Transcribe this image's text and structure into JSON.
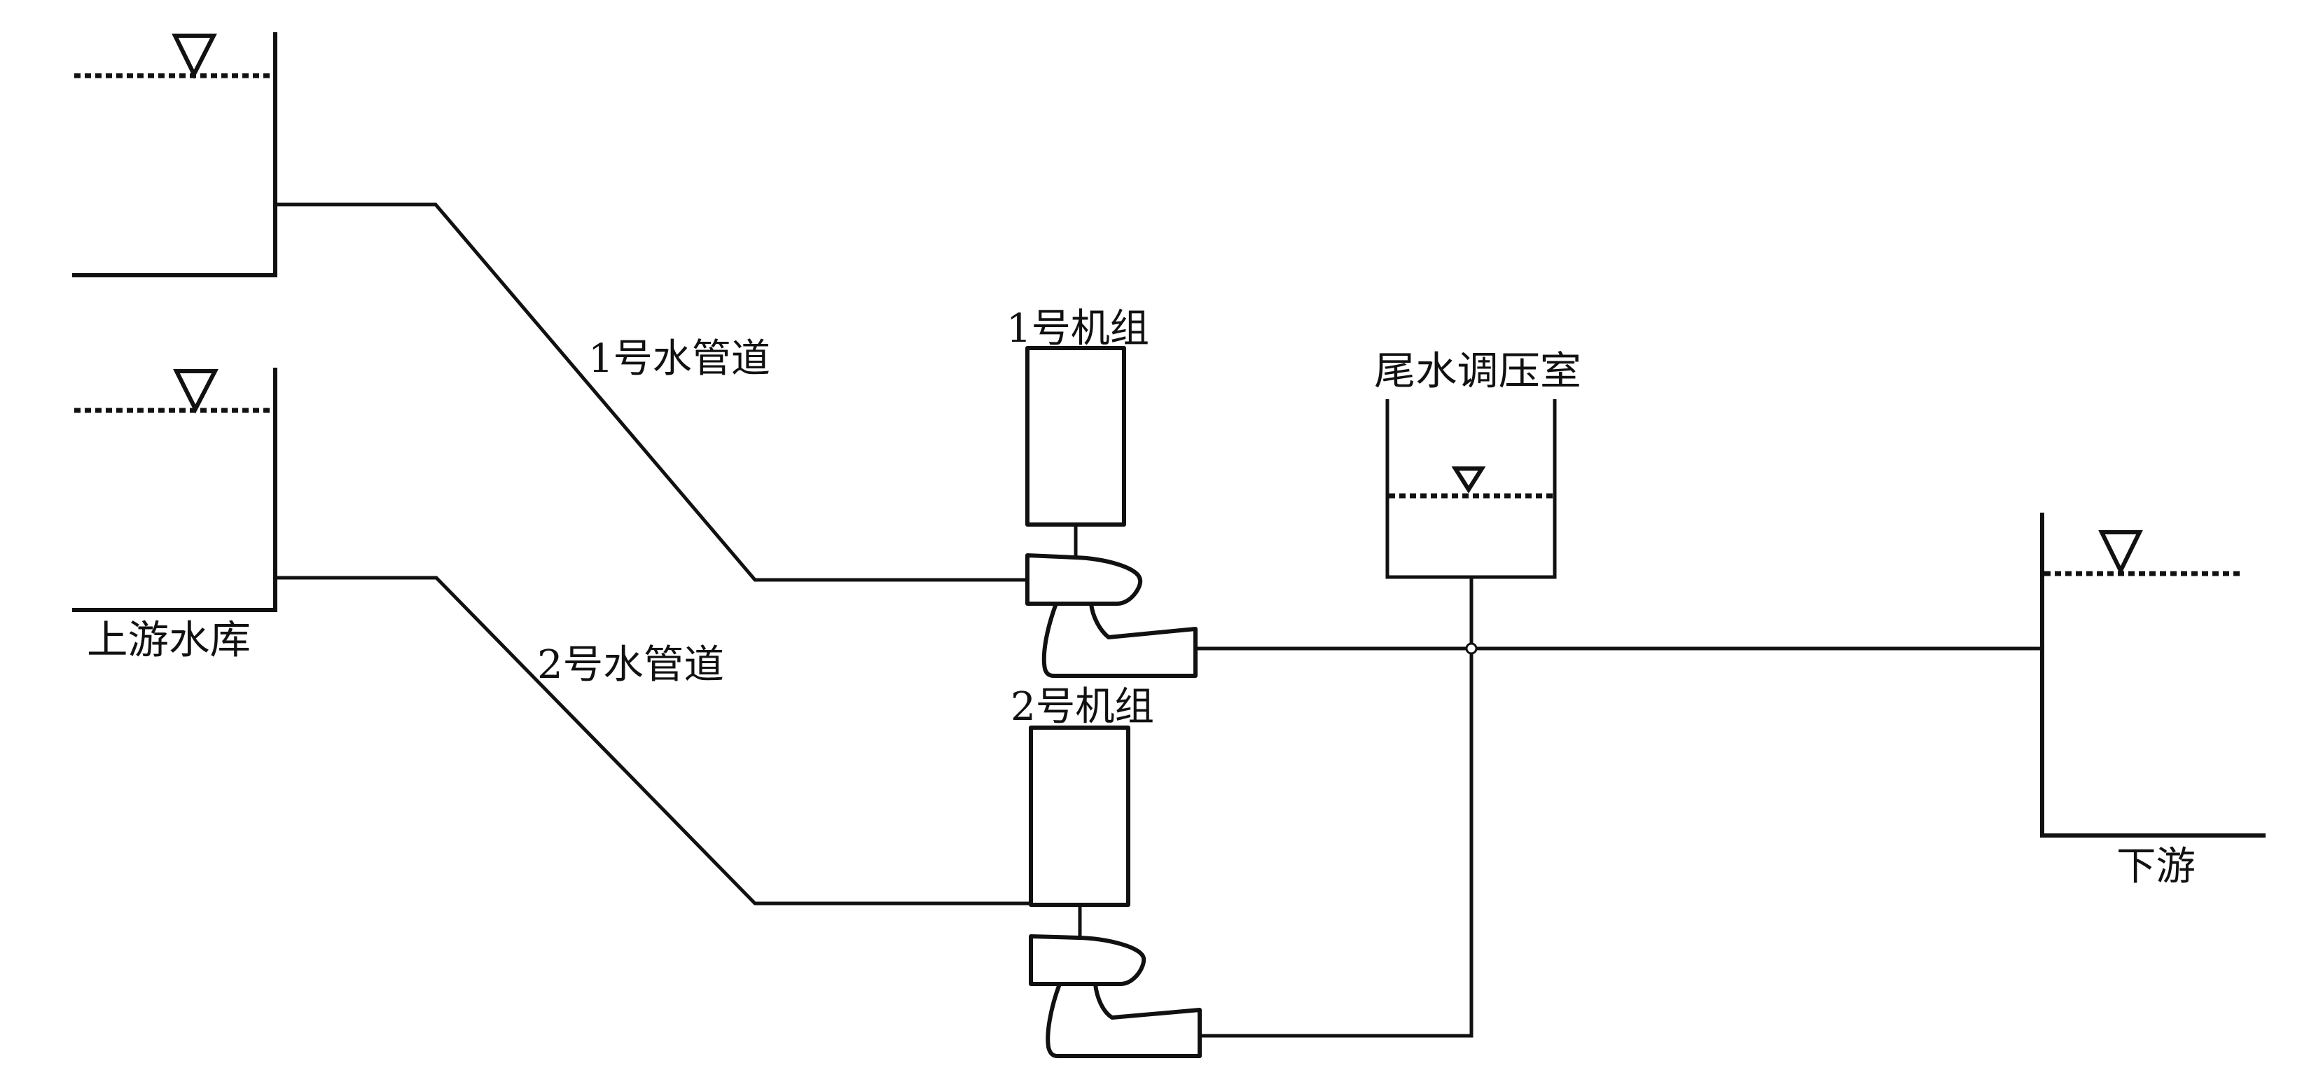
{
  "diagram": {
    "type": "hydropower-system-schematic",
    "labels": {
      "upstream_reservoir": "上游水库",
      "penstock_1": "1号水管道",
      "penstock_2": "2号水管道",
      "unit_1": "1号机组",
      "unit_2": "2号机组",
      "tailrace_surge_chamber": "尾水调压室",
      "downstream": "下游"
    },
    "components": [
      {
        "id": "upstream-reservoir-1",
        "kind": "reservoir",
        "water_level_symbol": "triangle-down"
      },
      {
        "id": "upstream-reservoir-2",
        "kind": "reservoir",
        "water_level_symbol": "triangle-down"
      },
      {
        "id": "penstock-1",
        "kind": "pipe",
        "from": "upstream-reservoir-1",
        "to": "unit-1"
      },
      {
        "id": "penstock-2",
        "kind": "pipe",
        "from": "upstream-reservoir-2",
        "to": "unit-2"
      },
      {
        "id": "unit-1",
        "kind": "turbine-generator"
      },
      {
        "id": "unit-2",
        "kind": "turbine-generator"
      },
      {
        "id": "tailrace-surge-chamber",
        "kind": "surge-chamber",
        "water_level_symbol": "triangle-down"
      },
      {
        "id": "downstream",
        "kind": "reservoir",
        "water_level_symbol": "triangle-down"
      }
    ],
    "connections": [
      {
        "from": "unit-1",
        "to": "junction"
      },
      {
        "from": "unit-2",
        "to": "junction"
      },
      {
        "from": "junction",
        "to": "tailrace-surge-chamber"
      },
      {
        "from": "junction",
        "to": "downstream"
      }
    ]
  }
}
